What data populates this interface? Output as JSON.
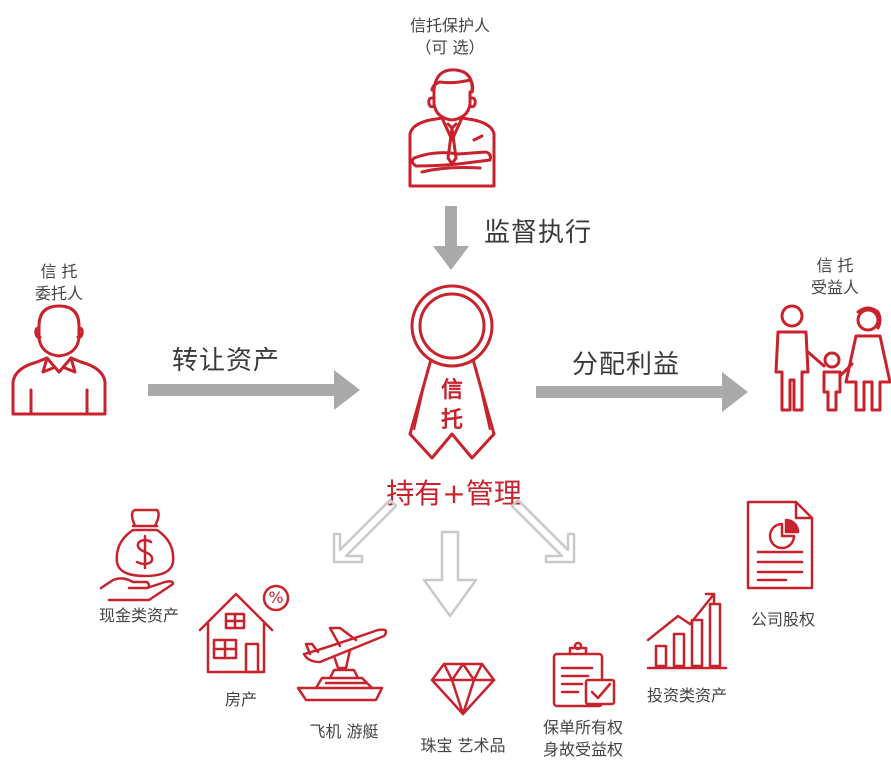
{
  "colors": {
    "accent": "#c8222d",
    "arrow_gray": "#a9a9a9",
    "light_gray": "#c9c9c9",
    "text": "#3a3a3a"
  },
  "protector": {
    "title": "信托保护人",
    "note": "（可 选）",
    "icon": "businessman-icon"
  },
  "supervise_label": "监督执行",
  "settlor": {
    "line1": "信 托",
    "line2": "委托人",
    "icon": "person-icon"
  },
  "transfer_label": "转让资产",
  "trust": {
    "seal_text_1": "信",
    "seal_text_2": "托",
    "icon": "trust-seal-icon"
  },
  "beneficiary": {
    "line1": "信 托",
    "line2": "受益人",
    "icon": "family-icon"
  },
  "distribute_label": "分配利益",
  "hold_manage_label": "持有+管理",
  "assets": {
    "cash": "现金类资产",
    "house": "房产",
    "plane_yacht": "飞机 游艇",
    "jewelry": "珠宝 艺术品",
    "insurance_line1": "保单所有权",
    "insurance_line2": "身故受益权",
    "investment": "投资类资产",
    "equity": "公司股权"
  }
}
